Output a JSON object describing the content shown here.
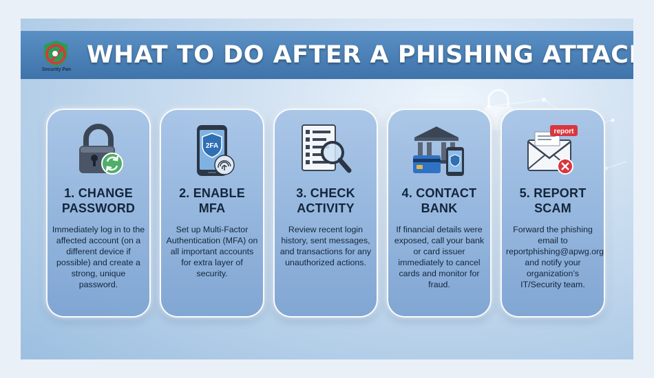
{
  "title": "WHAT TO DO AFTER A PHISHING ATTACK",
  "brand": {
    "name": "Security Pan"
  },
  "colors": {
    "header": "#4a80b8",
    "title_text": "#ffffff",
    "card_text": "#13253b",
    "alert_red": "#d9363e"
  },
  "steps": [
    {
      "title_line1": "1. CHANGE",
      "title_line2": "PASSWORD",
      "icon": "padlock-refresh-icon",
      "body": "Immediately log in to the affected account (on a different device if possible) and create a strong, unique password."
    },
    {
      "title_line1": "2. ENABLE",
      "title_line2": "MFA",
      "icon": "phone-2fa-fingerprint-icon",
      "icon_text": "2FA",
      "body": "Set up Multi-Factor Authentication (MFA) on all important accounts for extra layer of security."
    },
    {
      "title_line1": "3. CHECK",
      "title_line2": "ACTIVITY",
      "icon": "checklist-magnifier-icon",
      "body": "Review recent login history, sent messages, and transactions for any unauthorized actions."
    },
    {
      "title_line1": "4. CONTACT",
      "title_line2": "BANK",
      "icon": "bank-card-phone-icon",
      "body": "If financial details were exposed, call your bank or card issuer immediately to cancel cards and monitor for fraud."
    },
    {
      "title_line1": "5. REPORT",
      "title_line2": "SCAM",
      "icon": "envelope-report-icon",
      "icon_text": "report",
      "body": "Forward the phishing email to reportphishing@apwg.org and notify your organization’s IT/Security team."
    }
  ]
}
